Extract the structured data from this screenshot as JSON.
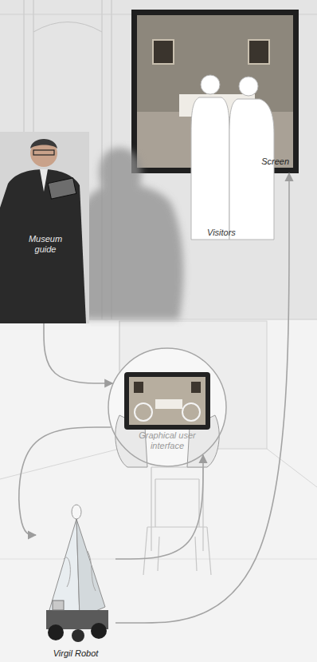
{
  "diagram": {
    "nodes": [
      {
        "text": [
          "Screen"
        ]
      },
      {
        "text": [
          "Museum guide"
        ]
      },
      {
        "text": [
          "Visitors"
        ]
      },
      {
        "text": [
          "Graphical user interface"
        ]
      },
      {
        "text": [
          "Virgil Robot"
        ]
      }
    ],
    "edges": [
      {
        "from": 1,
        "to": 3,
        "arrow": "to"
      },
      {
        "from": 4,
        "to": 3,
        "arrow": "to"
      },
      {
        "from": 4,
        "to": 0,
        "arrow": "to"
      },
      {
        "from": 3,
        "to": 4,
        "arrow": "to"
      }
    ]
  }
}
